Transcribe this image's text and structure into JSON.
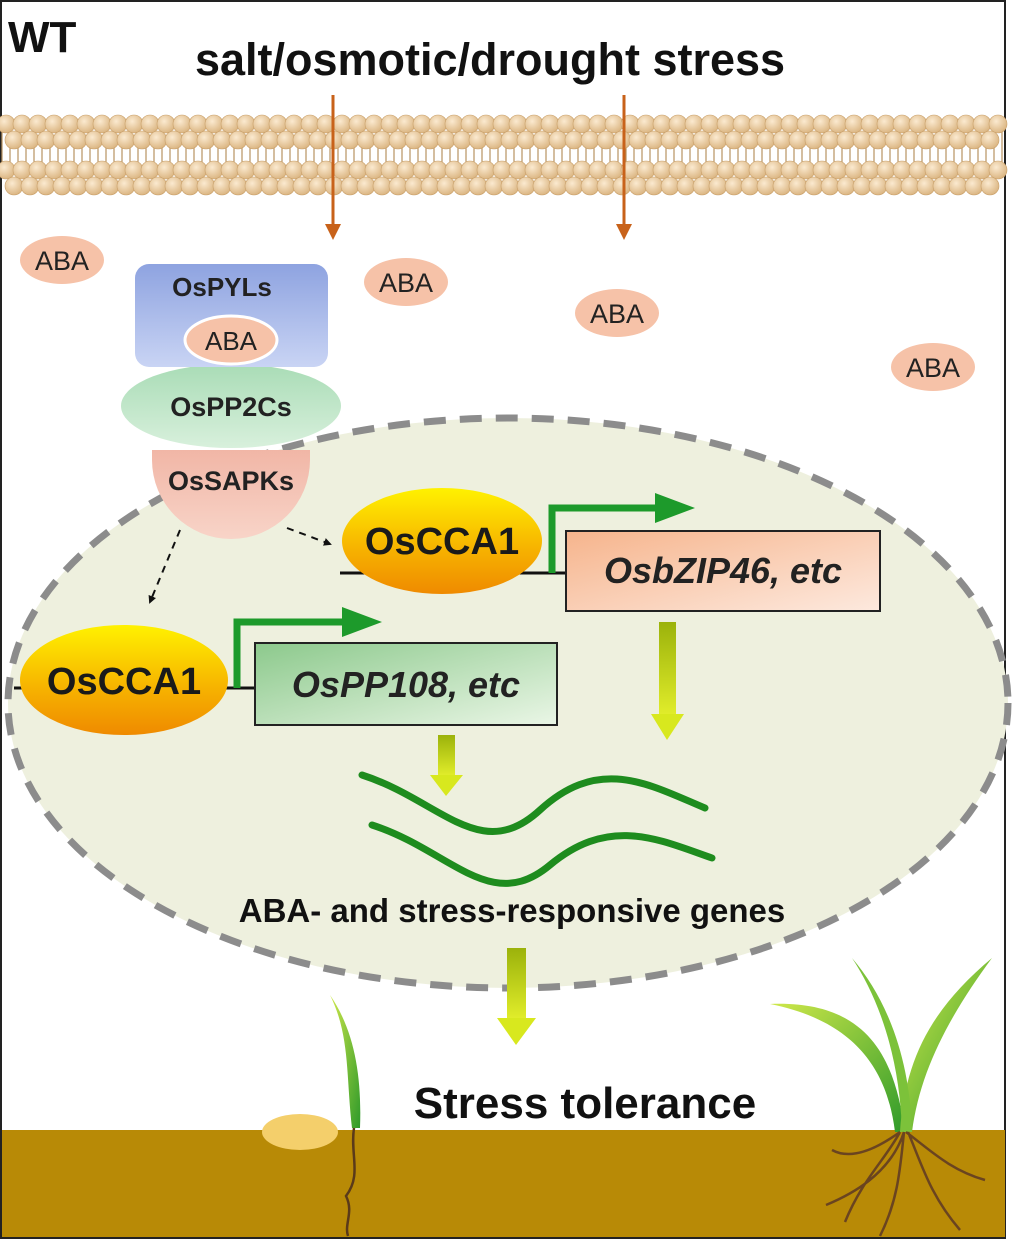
{
  "panel_label": "WT",
  "stimulus": "salt/osmotic/drought stress",
  "aba_label": "ABA",
  "receptor_complex": {
    "receptor": "OsPYLs",
    "bound_ligand": "ABA",
    "phosphatase": "OsPP2Cs",
    "kinase": "OsSAPKs"
  },
  "transcription_factor": "OsCCA1",
  "target_genes": {
    "upper": "OsbZIP46, etc",
    "lower": "OsPP108, etc"
  },
  "output_genes": "ABA- and stress-responsive genes",
  "outcome": "Stress tolerance",
  "colors": {
    "membrane": "#e6c79a",
    "stress_arrow": "#c8621a",
    "nucleus_fill": "#eef0de",
    "nucleus_border": "#8c8c8c",
    "pyl": "#9aaee2",
    "pp2c": "#bfe4c8",
    "sapk": "#f3c0b4",
    "aba": "#f6c2a8",
    "cca1": "#f6c400",
    "transcription_arrow": "#1d9a2b",
    "mrna": "#1e8c1e",
    "soil": "#b88a06"
  }
}
